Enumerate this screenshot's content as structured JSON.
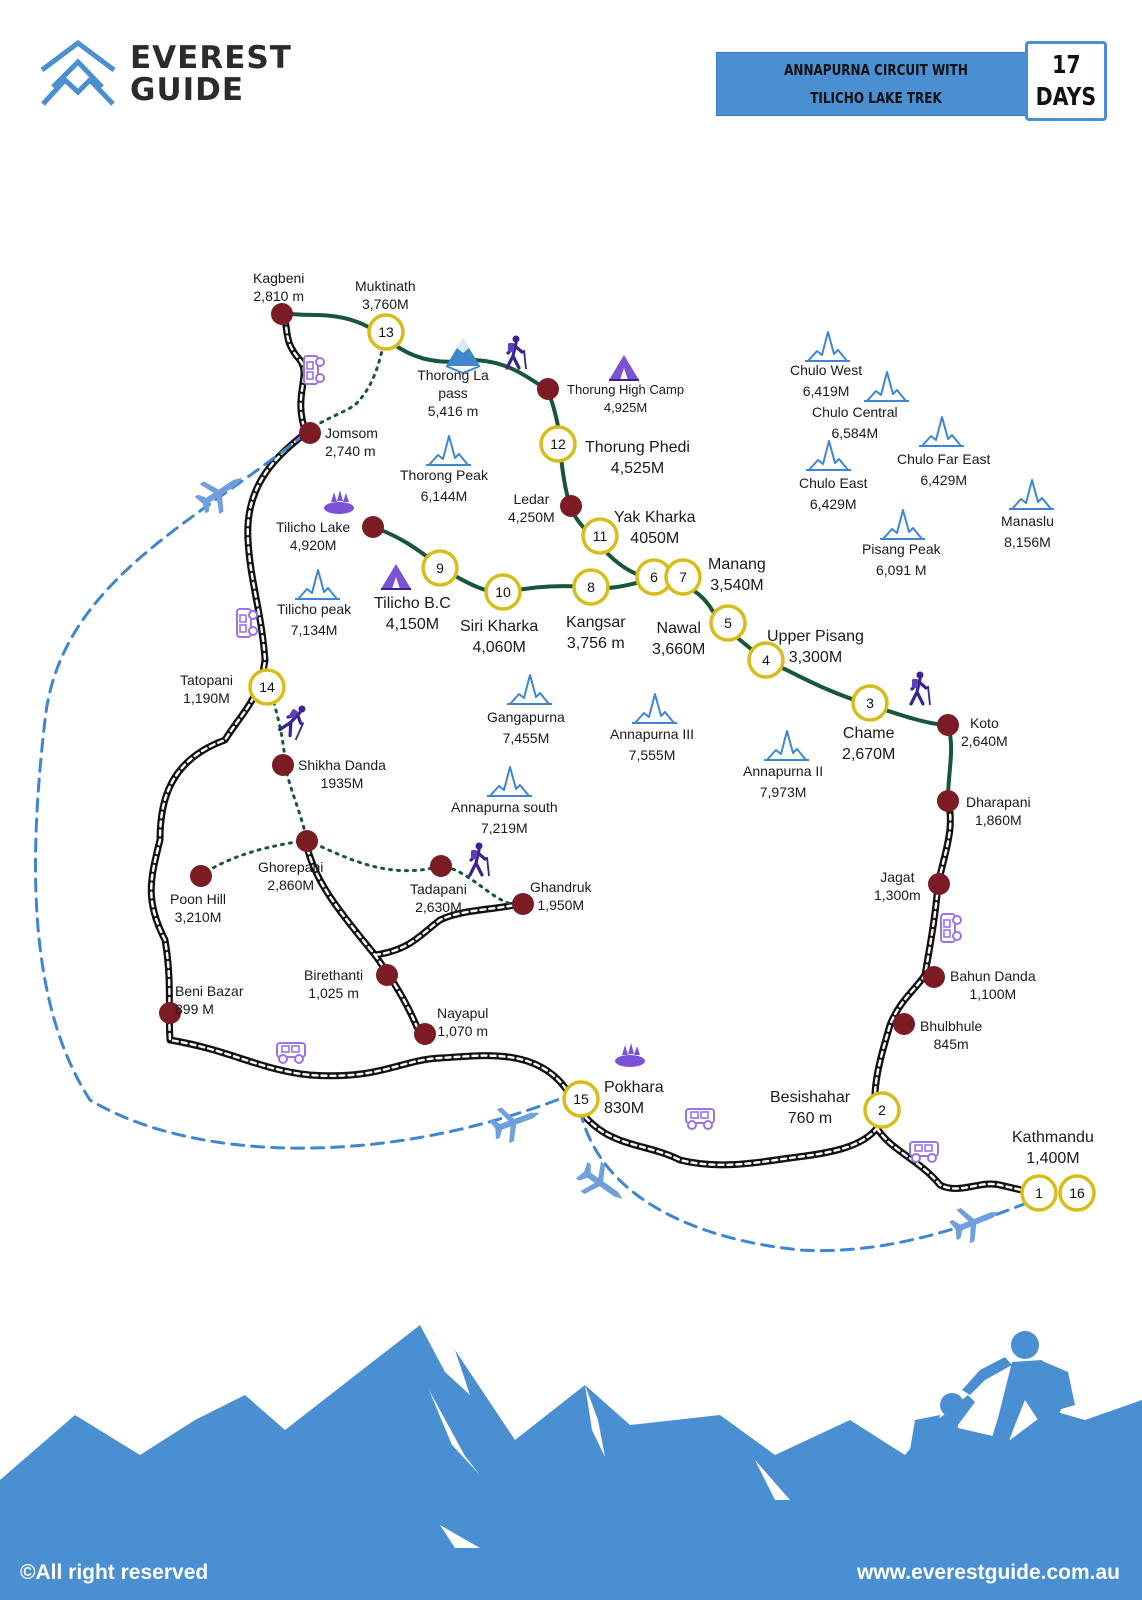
{
  "brand": {
    "line1": "EVEREST",
    "line2": "GUIDE"
  },
  "trek": {
    "title": "ANNAPURNA CIRCUIT WITH TILICHO LAKE TREK",
    "days_number": "17",
    "days_label": "DAYS"
  },
  "day_markers": [
    "1",
    "2",
    "3",
    "4",
    "5",
    "6",
    "7",
    "8",
    "9",
    "10",
    "11",
    "12",
    "13",
    "14",
    "15",
    "16"
  ],
  "places": {
    "kagbeni": {
      "name": "Kagbeni",
      "elevation": "2,810 m"
    },
    "muktinath": {
      "name": "Muktinath",
      "elevation": "3,760M"
    },
    "thorong_la": {
      "name": "Thorong La pass",
      "elevation": "5,416 m"
    },
    "thorung_high_camp": {
      "name": "Thorung High Camp",
      "elevation": "4,925M"
    },
    "jomsom": {
      "name": "Jomsom",
      "elevation": "2,740 m"
    },
    "thorung_phedi": {
      "name": "Thorung Phedi",
      "elevation": "4,525M"
    },
    "ledar": {
      "name": "Ledar",
      "elevation": "4,250M"
    },
    "yak_kharka": {
      "name": "Yak Kharka",
      "elevation": "4050M"
    },
    "tilicho_lake": {
      "name": "Tilicho Lake",
      "elevation": "4,920M"
    },
    "tilicho_bc": {
      "name": "Tilicho B.C",
      "elevation": "4,150M"
    },
    "siri_kharka": {
      "name": "Siri Kharka",
      "elevation": "4,060M"
    },
    "kangsar": {
      "name": "Kangsar",
      "elevation": "3,756 m"
    },
    "manang": {
      "name": "Manang",
      "elevation": "3,540M"
    },
    "nawal": {
      "name": "Nawal",
      "elevation": "3,660M"
    },
    "upper_pisang": {
      "name": "Upper Pisang",
      "elevation": "3,300M"
    },
    "tatopani": {
      "name": "Tatopani",
      "elevation": "1,190M"
    },
    "chame": {
      "name": "Chame",
      "elevation": "2,670M"
    },
    "koto": {
      "name": "Koto",
      "elevation": "2,640M"
    },
    "shikha_danda": {
      "name": "Shikha Danda",
      "elevation": "1935M"
    },
    "dharapani": {
      "name": "Dharapani",
      "elevation": "1,860M"
    },
    "ghorepani": {
      "name": "Ghorepani",
      "elevation": "2,860M"
    },
    "poon_hill": {
      "name": "Poon Hill",
      "elevation": "3,210M"
    },
    "tadapani": {
      "name": "Tadapani",
      "elevation": "2,630M"
    },
    "ghandruk": {
      "name": "Ghandruk",
      "elevation": "1,950M"
    },
    "jagat": {
      "name": "Jagat",
      "elevation": "1,300m"
    },
    "birethanti": {
      "name": "Birethanti",
      "elevation": "1,025 m"
    },
    "beni_bazar": {
      "name": "Beni Bazar",
      "elevation": "899 M"
    },
    "bahun_danda": {
      "name": "Bahun Danda",
      "elevation": "1,100M"
    },
    "nayapul": {
      "name": "Nayapul",
      "elevation": "1,070 m"
    },
    "bhulbhule": {
      "name": "Bhulbhule",
      "elevation": "845m"
    },
    "pokhara": {
      "name": "Pokhara",
      "elevation": "830M"
    },
    "besishahar": {
      "name": "Besishahar",
      "elevation": "760 m"
    },
    "kathmandu": {
      "name": "Kathmandu",
      "elevation": "1,400M"
    }
  },
  "peaks": {
    "chulo_west": {
      "name": "Chulo West",
      "elevation": "6,419M"
    },
    "chulo_central": {
      "name": "Chulo Central",
      "elevation": "6,584M"
    },
    "chulo_far_east": {
      "name": "Chulo Far East",
      "elevation": "6,429M"
    },
    "chulo_east": {
      "name": "Chulo East",
      "elevation": "6,429M"
    },
    "manaslu": {
      "name": "Manaslu",
      "elevation": "8,156M"
    },
    "pisang_peak": {
      "name": "Pisang Peak",
      "elevation": "6,091 M"
    },
    "thorong_peak": {
      "name": "Thorong Peak",
      "elevation": "6,144M"
    },
    "tilicho_peak": {
      "name": "Tilicho peak",
      "elevation": "7,134M"
    },
    "gangapurna": {
      "name": "Gangapurna",
      "elevation": "7,455M"
    },
    "annapurna_iii": {
      "name": "Annapurna III",
      "elevation": "7,555M"
    },
    "annapurna_ii": {
      "name": "Annapurna II",
      "elevation": "7,973M"
    },
    "annapurna_south": {
      "name": "Annapurna south",
      "elevation": "7,219M"
    }
  },
  "footer": {
    "copyright": "©All right reserved",
    "website": "www.everestguide.com.au"
  },
  "colors": {
    "accent": "#4b8fd3",
    "trail_green": "#17563b",
    "stop_maroon": "#7b1c24",
    "marker_gold": "#d8bd1a",
    "icon_purple": "#7b52d6",
    "peak_blue": "#3f86d0"
  }
}
